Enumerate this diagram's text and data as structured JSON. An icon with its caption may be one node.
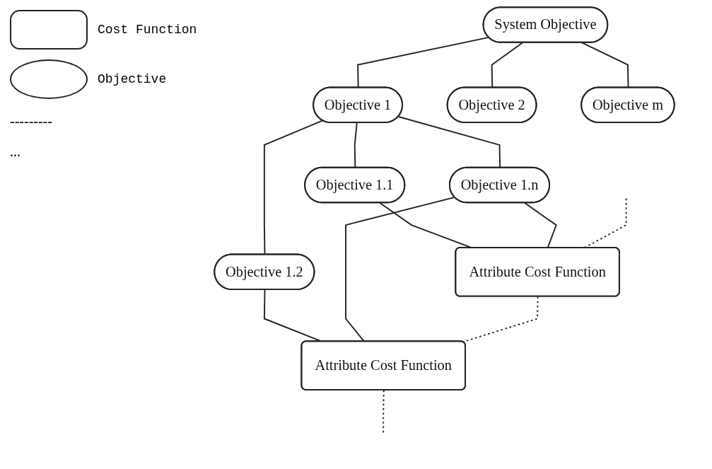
{
  "diagram": {
    "nodes": [
      {
        "text": [
          "System Objective"
        ]
      },
      {
        "text": [
          "Objective 1"
        ]
      },
      {
        "text": [
          "Objective 2"
        ]
      },
      {
        "text": [
          "Objective m"
        ]
      },
      {
        "text": [
          "Objective 1.1"
        ]
      },
      {
        "text": [
          "Objective 1.2"
        ]
      },
      {
        "text": [
          "Objective 1.n"
        ]
      },
      {
        "text": [
          "Attribute Cost Function"
        ]
      },
      {
        "text": [
          "Attribute Cost Function"
        ]
      }
    ],
    "edges": [
      {
        "from": 0,
        "to": 1,
        "arrow": "none"
      },
      {
        "from": 0,
        "to": 2,
        "arrow": "none"
      },
      {
        "from": 0,
        "to": 3,
        "arrow": "none"
      },
      {
        "from": 1,
        "to": 4,
        "arrow": "none"
      },
      {
        "from": 1,
        "to": 5,
        "arrow": "none"
      },
      {
        "from": 1,
        "to": 6,
        "arrow": "none"
      },
      {
        "from": 4,
        "to": 7,
        "arrow": "none"
      },
      {
        "from": 5,
        "to": 8,
        "arrow": "none"
      },
      {
        "from": 6,
        "to": 7,
        "arrow": "none"
      },
      {
        "from": 6,
        "to": 8,
        "arrow": "none"
      },
      {
        "from": null,
        "to": 7,
        "arrow": "none",
        "style": "dashed"
      },
      {
        "from": 7,
        "to": 8,
        "arrow": "none",
        "style": "dashed"
      },
      {
        "from": 8,
        "to": null,
        "arrow": "none",
        "style": "dashed"
      }
    ],
    "labels": [
      "---------",
      "..."
    ],
    "legend": [
      {
        "text": "Cost Function"
      },
      {
        "text": "Objective"
      }
    ]
  }
}
